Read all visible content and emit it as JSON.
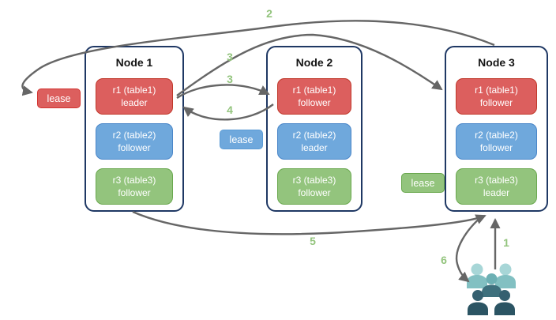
{
  "diagram": {
    "nodes": [
      {
        "title": "Node 1",
        "replicas": [
          {
            "label": "r1 (table1)",
            "role": "leader"
          },
          {
            "label": "r2 (table2)",
            "role": "follower"
          },
          {
            "label": "r3 (table3)",
            "role": "follower"
          }
        ]
      },
      {
        "title": "Node 2",
        "replicas": [
          {
            "label": "r1 (table1)",
            "role": "follower"
          },
          {
            "label": "r2 (table2)",
            "role": "leader"
          },
          {
            "label": "r3 (table3)",
            "role": "follower"
          }
        ]
      },
      {
        "title": "Node 3",
        "replicas": [
          {
            "label": "r1 (table1)",
            "role": "follower"
          },
          {
            "label": "r2 (table2)",
            "role": "follower"
          },
          {
            "label": "r3 (table3)",
            "role": "leader"
          }
        ]
      }
    ],
    "leases": [
      {
        "label": "lease",
        "color": "#dc5f5e"
      },
      {
        "label": "lease",
        "color": "#6fa8dc"
      },
      {
        "label": "lease",
        "color": "#93c47d"
      }
    ],
    "step_labels": [
      "2",
      "3",
      "3",
      "4",
      "5",
      "6",
      "1"
    ],
    "icons": {
      "clients": "users-group-icon"
    },
    "colors": {
      "replica_red": "#dc5f5e",
      "replica_red_border": "#c0392b",
      "replica_blue": "#6fa8dc",
      "replica_blue_border": "#4a86c8",
      "replica_green": "#93c47d",
      "replica_green_border": "#6aa84f",
      "node_border": "#1f3864",
      "arrow": "#666666",
      "step_label": "#93c47d",
      "clients_light_teal": "#a7d6d7",
      "clients_teal": "#82c0c2",
      "clients_dark_slate": "#2b5463"
    }
  }
}
